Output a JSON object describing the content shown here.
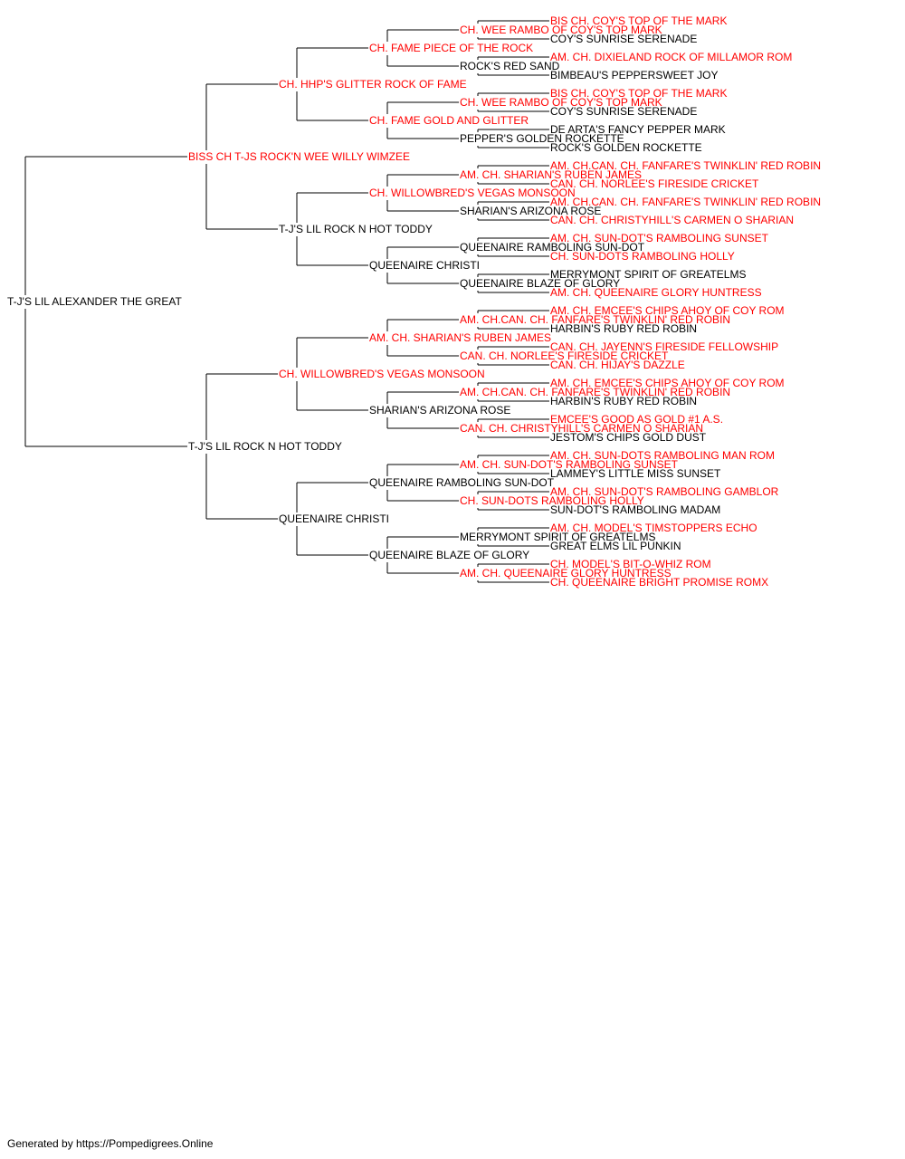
{
  "colors": {
    "champion": "#ff0000",
    "regular": "#000000",
    "line": "#000000"
  },
  "pedigree": {
    "name": "T-J'S LIL ALEXANDER THE GREAT",
    "champion": false,
    "sire": {
      "name": "BISS CH T-JS ROCK'N WEE WILLY WIMZEE",
      "champion": true,
      "sire": {
        "name": "CH. HHP'S GLITTER ROCK OF FAME",
        "champion": true,
        "sire": {
          "name": "CH. FAME PIECE OF THE ROCK",
          "champion": true,
          "sire": {
            "name": "CH. WEE RAMBO OF COY'S TOP MARK",
            "champion": true,
            "sire": {
              "name": "BIS CH. COY'S TOP OF THE MARK",
              "champion": true
            },
            "dam": {
              "name": "COY'S SUNRISE SERENADE",
              "champion": false
            }
          },
          "dam": {
            "name": "ROCK'S RED SAND",
            "champion": false,
            "sire": {
              "name": "AM. CH. DIXIELAND ROCK OF MILLAMOR ROM",
              "champion": true
            },
            "dam": {
              "name": "BIMBEAU'S PEPPERSWEET JOY",
              "champion": false
            }
          }
        },
        "dam": {
          "name": "CH. FAME GOLD AND GLITTER",
          "champion": true,
          "sire": {
            "name": "CH. WEE RAMBO OF COY'S TOP MARK",
            "champion": true,
            "sire": {
              "name": "BIS CH. COY'S TOP OF THE MARK",
              "champion": true
            },
            "dam": {
              "name": "COY'S SUNRISE SERENADE",
              "champion": false
            }
          },
          "dam": {
            "name": "PEPPER'S GOLDEN ROCKETTE",
            "champion": false,
            "sire": {
              "name": "DE ARTA'S FANCY PEPPER MARK",
              "champion": false
            },
            "dam": {
              "name": "ROCK'S GOLDEN ROCKETTE",
              "champion": false
            }
          }
        }
      },
      "dam": {
        "name": "T-J'S LIL ROCK N HOT TODDY",
        "champion": false,
        "sire": {
          "name": "CH. WILLOWBRED'S VEGAS MONSOON",
          "champion": true,
          "sire": {
            "name": "AM. CH. SHARIAN'S RUBEN JAMES",
            "champion": true,
            "sire": {
              "name": "AM. CH.CAN. CH. FANFARE'S TWINKLIN' RED ROBIN",
              "champion": true
            },
            "dam": {
              "name": "CAN. CH. NORLEE'S FIRESIDE CRICKET",
              "champion": true
            }
          },
          "dam": {
            "name": "SHARIAN'S ARIZONA ROSE",
            "champion": false,
            "sire": {
              "name": "AM. CH.CAN. CH. FANFARE'S TWINKLIN' RED ROBIN",
              "champion": true
            },
            "dam": {
              "name": "CAN. CH. CHRISTYHILL'S CARMEN O SHARIAN",
              "champion": true
            }
          }
        },
        "dam": {
          "name": "QUEENAIRE CHRISTI",
          "champion": false,
          "sire": {
            "name": "QUEENAIRE RAMBOLING SUN-DOT",
            "champion": false,
            "sire": {
              "name": "AM. CH. SUN-DOT'S RAMBOLING SUNSET",
              "champion": true
            },
            "dam": {
              "name": "CH. SUN-DOTS RAMBOLING HOLLY",
              "champion": true
            }
          },
          "dam": {
            "name": "QUEENAIRE BLAZE OF GLORY",
            "champion": false,
            "sire": {
              "name": "MERRYMONT SPIRIT OF GREATELMS",
              "champion": false
            },
            "dam": {
              "name": "AM. CH. QUEENAIRE GLORY HUNTRESS",
              "champion": true
            }
          }
        }
      }
    },
    "dam": {
      "name": "T-J'S LIL ROCK N HOT TODDY",
      "champion": false,
      "sire": {
        "name": "CH. WILLOWBRED'S VEGAS MONSOON",
        "champion": true,
        "sire": {
          "name": "AM. CH. SHARIAN'S RUBEN JAMES",
          "champion": true,
          "sire": {
            "name": "AM. CH.CAN. CH. FANFARE'S TWINKLIN' RED ROBIN",
            "champion": true,
            "sire": {
              "name": "AM. CH. EMCEE'S CHIPS AHOY OF COY ROM",
              "champion": true
            },
            "dam": {
              "name": "HARBIN'S RUBY RED ROBIN",
              "champion": false
            }
          },
          "dam": {
            "name": "CAN. CH. NORLEE'S FIRESIDE CRICKET",
            "champion": true,
            "sire": {
              "name": "CAN. CH. JAYENN'S FIRESIDE FELLOWSHIP",
              "champion": true
            },
            "dam": {
              "name": "CAN. CH. HIJAY'S DAZZLE",
              "champion": true
            }
          }
        },
        "dam": {
          "name": "SHARIAN'S ARIZONA ROSE",
          "champion": false,
          "sire": {
            "name": "AM. CH.CAN. CH. FANFARE'S TWINKLIN' RED ROBIN",
            "champion": true,
            "sire": {
              "name": "AM. CH. EMCEE'S CHIPS AHOY OF COY ROM",
              "champion": true
            },
            "dam": {
              "name": "HARBIN'S RUBY RED ROBIN",
              "champion": false
            }
          },
          "dam": {
            "name": "CAN. CH. CHRISTYHILL'S CARMEN O SHARIAN",
            "champion": true,
            "sire": {
              "name": "EMCEE'S GOOD AS GOLD #1 A.S.",
              "champion": true
            },
            "dam": {
              "name": "JESTOM'S CHIPS GOLD DUST",
              "champion": false
            }
          }
        }
      },
      "dam": {
        "name": "QUEENAIRE CHRISTI",
        "champion": false,
        "sire": {
          "name": "QUEENAIRE RAMBOLING SUN-DOT",
          "champion": false,
          "sire": {
            "name": "AM. CH. SUN-DOT'S RAMBOLING SUNSET",
            "champion": true,
            "sire": {
              "name": "AM. CH. SUN-DOTS RAMBOLING MAN ROM",
              "champion": true
            },
            "dam": {
              "name": "LAMMEY'S LITTLE MISS SUNSET",
              "champion": false
            }
          },
          "dam": {
            "name": "CH. SUN-DOTS RAMBOLING HOLLY",
            "champion": true,
            "sire": {
              "name": "AM. CH. SUN-DOT'S RAMBOLING GAMBLOR",
              "champion": true
            },
            "dam": {
              "name": "SUN-DOT'S RAMBOLING MADAM",
              "champion": false
            }
          }
        },
        "dam": {
          "name": "QUEENAIRE BLAZE OF GLORY",
          "champion": false,
          "sire": {
            "name": "MERRYMONT SPIRIT OF GREATELMS",
            "champion": false,
            "sire": {
              "name": "AM. CH. MODEL'S TIMSTOPPERS ECHO",
              "champion": true
            },
            "dam": {
              "name": "GREAT ELMS LIL PUNKIN",
              "champion": false
            }
          },
          "dam": {
            "name": "AM. CH. QUEENAIRE GLORY HUNTRESS",
            "champion": true,
            "sire": {
              "name": "CH. MODEL'S BIT-O-WHIZ ROM",
              "champion": true
            },
            "dam": {
              "name": "CH. QUEENAIRE BRIGHT PROMISE ROMX",
              "champion": true
            }
          }
        }
      }
    }
  },
  "footer": {
    "text": "Generated by https://Pompedigrees.Online"
  }
}
